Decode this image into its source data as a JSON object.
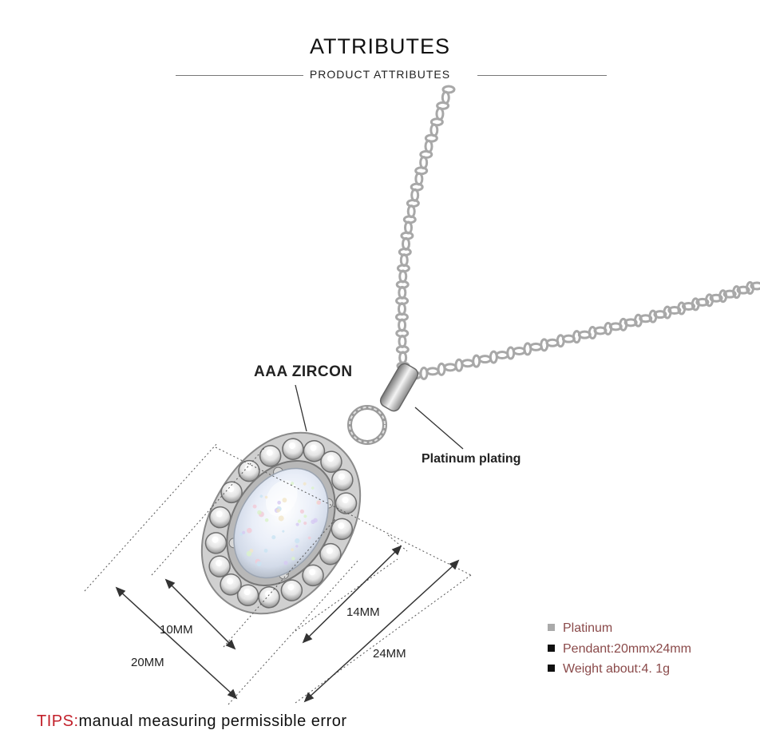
{
  "header": {
    "title": "ATTRIBUTES",
    "subtitle": "PRODUCT ATTRIBUTES"
  },
  "callouts": {
    "zircon": "AAA ZIRCON",
    "plating": "Platinum plating"
  },
  "dimensions": {
    "inner_width": "10MM",
    "outer_width": "20MM",
    "inner_height": "14MM",
    "outer_height": "24MM"
  },
  "specs": [
    {
      "text": "Platinum",
      "bullet_color": "#aaaaaa",
      "text_color": "#8a4a4a"
    },
    {
      "text": "Pendant:20mmx24mm",
      "bullet_color": "#111111",
      "text_color": "#8a4a4a"
    },
    {
      "text": "Weight about:4. 1g",
      "bullet_color": "#111111",
      "text_color": "#8a4a4a"
    }
  ],
  "tips": {
    "prefix": "TIPS:",
    "text": "manual measuring permissible error",
    "prefix_color": "#c2202a"
  },
  "colors": {
    "metal": "#c8c8c8",
    "opal": "#eef2fa",
    "line": "#444444"
  }
}
